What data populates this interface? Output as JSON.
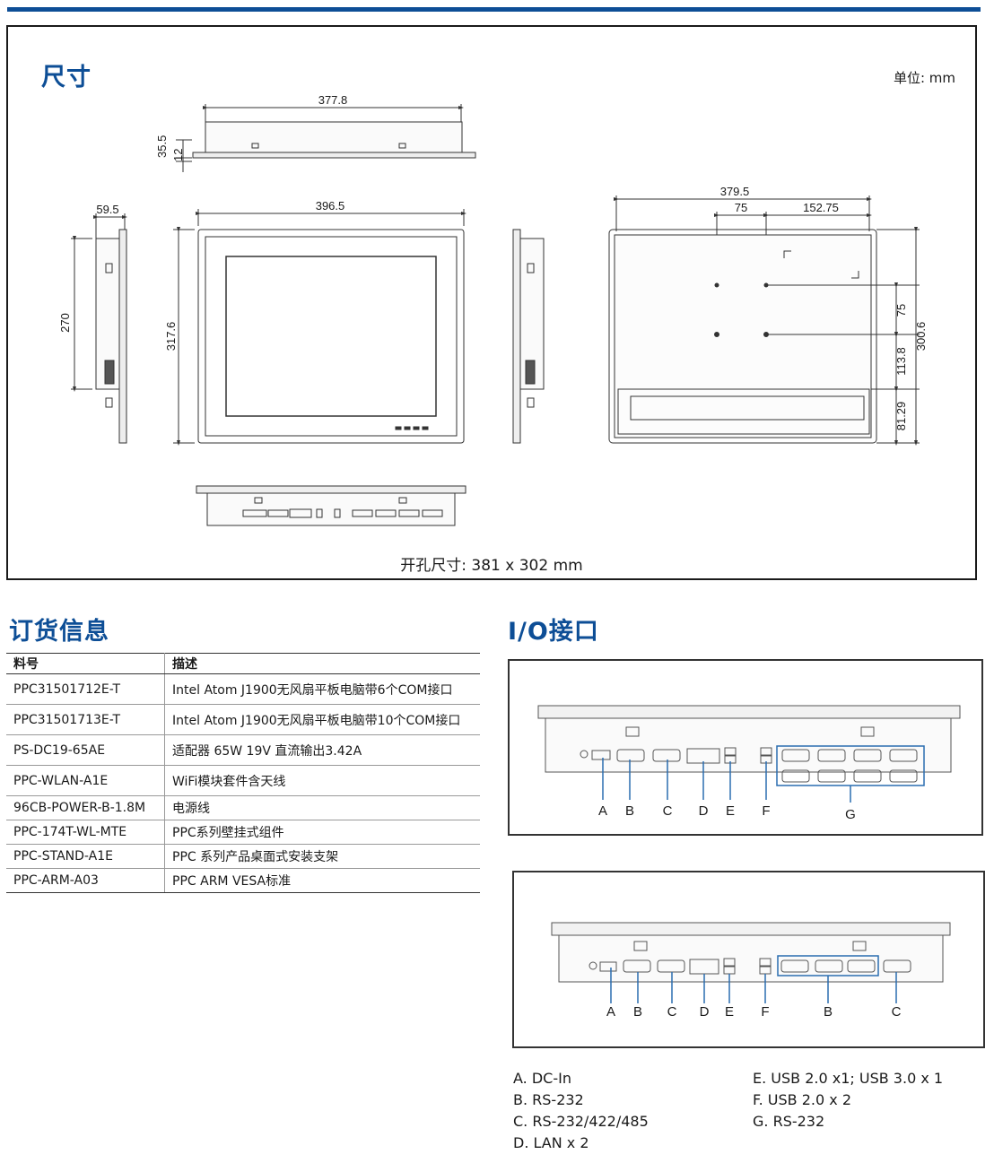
{
  "dimensions": {
    "title": "尺寸",
    "unit_label": "单位: mm",
    "cutout_label": "开孔尺寸: 381 x 302 mm",
    "labels": {
      "top_width": "377.8",
      "top_depth": "35.5",
      "top_thin": "12",
      "side_depth": "59.5",
      "side_height": "270",
      "front_width": "396.5",
      "front_height": "317.6",
      "back_width": "379.5",
      "back_x1": "75",
      "back_x2": "152.75",
      "back_y1": "75",
      "back_y2": "113.8",
      "back_y3": "81.29",
      "back_height": "300.6"
    }
  },
  "ordering": {
    "title": "订货信息",
    "columns": [
      "料号",
      "描述"
    ],
    "rows": [
      {
        "pn": "PPC31501712E-T",
        "desc": "Intel Atom J1900无风扇平板电脑带6个COM接口"
      },
      {
        "pn": "PPC31501713E-T",
        "desc": "Intel Atom J1900无风扇平板电脑带10个COM接口"
      },
      {
        "pn": "PS-DC19-65AE",
        "desc": "适配器 65W 19V 直流输出3.42A"
      },
      {
        "pn": "PPC-WLAN-A1E",
        "desc": "WiFi模块套件含天线"
      },
      {
        "pn": "96CB-POWER-B-1.8M",
        "desc": "电源线"
      },
      {
        "pn": "PPC-174T-WL-MTE",
        "desc": "PPC系列壁挂式组件"
      },
      {
        "pn": "PPC-STAND-A1E",
        "desc": "PPC 系列产品桌面式安装支架"
      },
      {
        "pn": "PPC-ARM-A03",
        "desc": "PPC ARM VESA标准"
      }
    ]
  },
  "io": {
    "title": "I/O接口",
    "diagram1_labels": [
      "A",
      "B",
      "C",
      "D",
      "E",
      "F",
      "G"
    ],
    "diagram2_labels": [
      "A",
      "B",
      "C",
      "D",
      "E",
      "F",
      "B",
      "C"
    ],
    "legend_left": [
      "A. DC-In",
      "B. RS-232",
      "C. RS-232/422/485",
      "D. LAN x 2"
    ],
    "legend_right": [
      "E. USB 2.0 x1; USB 3.0 x 1",
      "F. USB 2.0 x 2",
      "G. RS-232"
    ]
  },
  "colors": {
    "accent": "#0d4e96",
    "highlight": "#2a6db0"
  }
}
